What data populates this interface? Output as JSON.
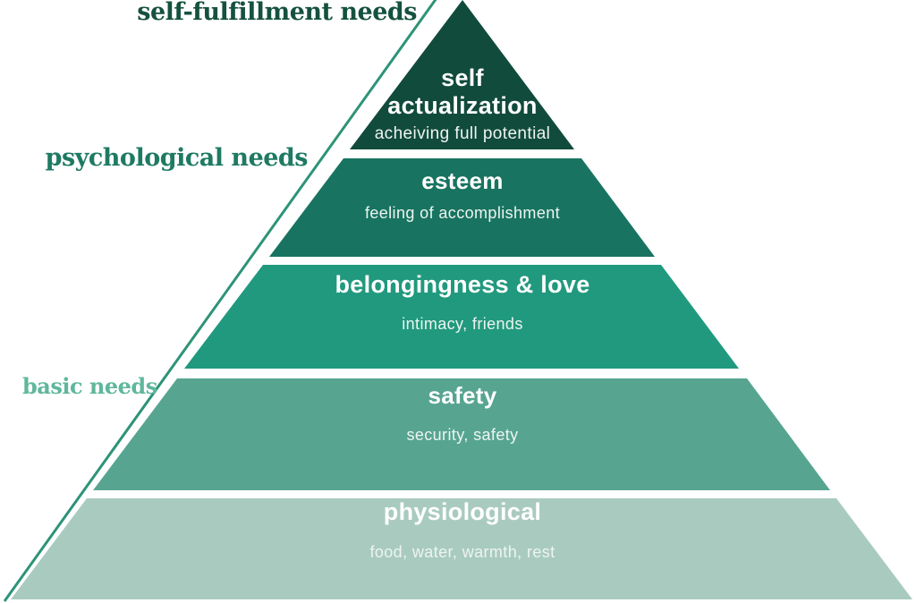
{
  "diagram": {
    "title_semantic": "Maslow hierarchy of needs pyramid",
    "background": "#ffffff",
    "text_color": "#ffffff"
  },
  "group_labels": [
    {
      "label": "self-fulfillment needs",
      "color": "#15513f"
    },
    {
      "label": "psychological needs",
      "color": "#1e7a63"
    },
    {
      "label": "basic needs",
      "color": "#5fb79c"
    }
  ],
  "pyramid": {
    "edge_line_color": "#2e9377",
    "tiers": [
      {
        "name": "self-actualization",
        "title": "self\nactualization",
        "subtitle": "acheiving full potential",
        "color": "#114b3b"
      },
      {
        "name": "esteem",
        "title": "esteem",
        "subtitle": "feeling of accomplishment",
        "color": "#187461"
      },
      {
        "name": "belongingness-love",
        "title": "belongingness & love",
        "subtitle": "intimacy, friends",
        "color": "#21997e"
      },
      {
        "name": "safety",
        "title": "safety",
        "subtitle": "security, safety",
        "color": "#57a591"
      },
      {
        "name": "physiological",
        "title": "physiological",
        "subtitle": "food, water, warmth, rest",
        "color": "#a9cbbf"
      }
    ]
  }
}
